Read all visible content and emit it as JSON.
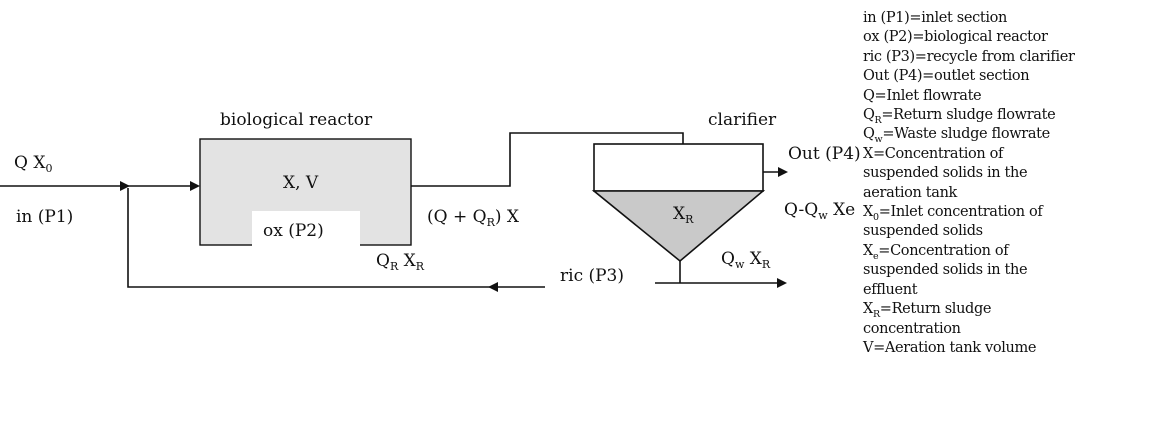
{
  "diagram": {
    "reactor_title": "biological reactor",
    "reactor_vars": "X, V",
    "reactor_point": "ox (P2)",
    "clarifier_title": "clarifier",
    "inlet": {
      "q": "Q",
      "x": "X",
      "x_sub": "0",
      "point": "in (P1)"
    },
    "reactor_outflow": {
      "open": "(Q + Q",
      "sub": "R",
      "close": ") X"
    },
    "clarifier_content": {
      "x": "X",
      "sub": "R"
    },
    "outlet": {
      "point": "Out (P4)",
      "q": "Q-Q",
      "q_sub": "w",
      "tail": " Xe"
    },
    "recycle": {
      "q": "Q",
      "q_sub": "R",
      "x": " X",
      "x_sub": "R",
      "point": "ric (P3)"
    },
    "waste": {
      "q": "Q",
      "q_sub": "w",
      "x": " X",
      "x_sub": "R"
    }
  },
  "legend": [
    {
      "main": "in (P1)=inlet section"
    },
    {
      "main": "ox (P2)=biological reactor"
    },
    {
      "main": "ric (P3)=recycle from clarifier"
    },
    {
      "main": "Out (P4)=outlet section"
    },
    {
      "main": "Q=Inlet flowrate"
    },
    {
      "sym": "Q",
      "sub": "R",
      "main": "=Return sludge flowrate"
    },
    {
      "sym": "Q",
      "sub": "w",
      "main": "=Waste sludge flowrate"
    },
    {
      "main": "X=Concentration of"
    },
    {
      "main": "suspended solids in the"
    },
    {
      "main": "aeration tank"
    },
    {
      "sym": "X",
      "sub": "0",
      "main": "=Inlet concentration of"
    },
    {
      "main": "suspended solids"
    },
    {
      "sym": "X",
      "sub": "e",
      "main": "=Concentration of"
    },
    {
      "main": "suspended solids in the"
    },
    {
      "main": "effluent"
    },
    {
      "sym": "X",
      "sub": "R",
      "main": "=Return sludge"
    },
    {
      "main": "concentration"
    },
    {
      "main": "V=Aeration tank volume"
    }
  ],
  "colors": {
    "line": "#111111",
    "reactor_fill": "#e3e3e3",
    "cone_fill": "#c9c9c9"
  }
}
